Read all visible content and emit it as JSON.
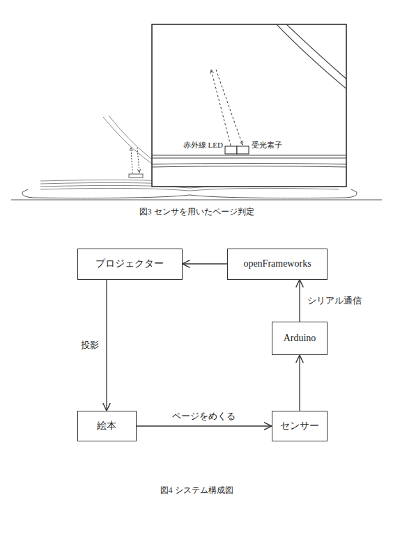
{
  "diagram": {
    "caption": "図4 システム構成図",
    "nodes": [
      {
        "text": [
          "プロジェクター"
        ]
      },
      {
        "text": [
          "openFrameworks"
        ]
      },
      {
        "text": [
          "Arduino"
        ]
      },
      {
        "text": [
          "絵本"
        ]
      },
      {
        "text": [
          "センサー"
        ]
      }
    ],
    "edges": [
      {
        "from": 1,
        "to": 0,
        "arrow": "to"
      },
      {
        "from": 0,
        "to": 3,
        "label": "投影",
        "arrow": "to"
      },
      {
        "from": 3,
        "to": 4,
        "label": "ページをめくる",
        "arrow": "to"
      },
      {
        "from": 4,
        "to": 2,
        "arrow": "to"
      },
      {
        "from": 2,
        "to": 1,
        "label": "シリアル通信",
        "arrow": "to"
      }
    ],
    "labels": [
      "赤外線 LED",
      "受光素子",
      "図3 センサを用いたページ判定"
    ]
  }
}
